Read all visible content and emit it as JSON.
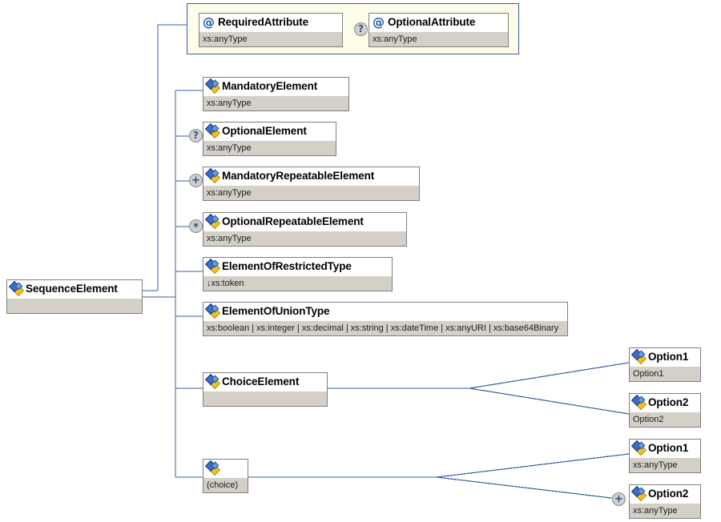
{
  "diagram": {
    "title": "XML Schema sequence element structure diagram",
    "type": "xsd-content-model",
    "line_color": "#3a5f9e",
    "box_border_color": "#7f7f7f",
    "box_body_color": "#d4d0c8",
    "attr_container_fill": "#fdfde9",
    "attr_container_border": "#3a5f9e",
    "badge_fill": "#cfcfcf",
    "badge_text_color": "#2a4f8f"
  },
  "root": {
    "name": "SequenceElement",
    "type": "",
    "icon": "element-icon"
  },
  "attributes": {
    "label": "attributes-group",
    "items": [
      {
        "name": "RequiredAttribute",
        "type": "xs:anyType",
        "icon": "attribute-icon",
        "occurrence": "required",
        "badge": ""
      },
      {
        "name": "OptionalAttribute",
        "type": "xs:anyType",
        "icon": "attribute-icon",
        "occurrence": "optional",
        "badge": "?"
      }
    ]
  },
  "sequence": {
    "label": "sequence-children",
    "items": [
      {
        "name": "MandatoryElement",
        "type": "xs:anyType",
        "icon": "element-icon",
        "badge": "",
        "occurrence": "1..1"
      },
      {
        "name": "OptionalElement",
        "type": "xs:anyType",
        "icon": "element-icon",
        "badge": "?",
        "occurrence": "0..1"
      },
      {
        "name": "MandatoryRepeatableElement",
        "type": "xs:anyType",
        "icon": "element-icon",
        "badge": "+",
        "occurrence": "1..*"
      },
      {
        "name": "OptionalRepeatableElement",
        "type": "xs:anyType",
        "icon": "element-icon",
        "badge": "*",
        "occurrence": "0..*"
      },
      {
        "name": "ElementOfRestrictedType",
        "type": "↓xs:token",
        "icon": "element-icon",
        "badge": "",
        "occurrence": "1..1"
      },
      {
        "name": "ElementOfUnionType",
        "type": "xs:boolean | xs:integer | xs:decimal | xs:string | xs:dateTime | xs:anyURI | xs:base64Binary",
        "icon": "element-icon",
        "badge": "",
        "occurrence": "1..1"
      },
      {
        "name": "ChoiceElement",
        "type": "",
        "icon": "element-icon",
        "badge": "",
        "occurrence": "1..1"
      },
      {
        "name": "",
        "type": "(choice)",
        "icon": "element-icon",
        "badge": "",
        "occurrence": "1..1"
      }
    ]
  },
  "choice_element_options": [
    {
      "name": "Option1",
      "type": "Option1",
      "icon": "element-icon",
      "badge": ""
    },
    {
      "name": "Option2",
      "type": "Option2",
      "icon": "element-icon",
      "badge": ""
    }
  ],
  "inline_choice_options": [
    {
      "name": "Option1",
      "type": "xs:anyType",
      "icon": "element-icon",
      "badge": ""
    },
    {
      "name": "Option2",
      "type": "xs:anyType",
      "icon": "element-icon",
      "badge": "+"
    }
  ]
}
